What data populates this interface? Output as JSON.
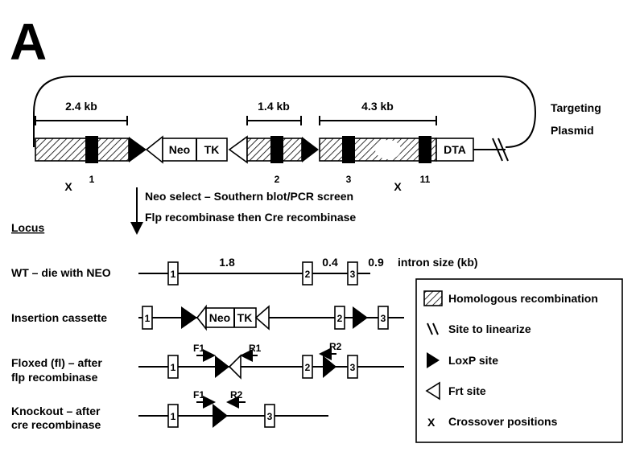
{
  "panel_label": "A",
  "plasmid": {
    "label_line1": "Targeting",
    "label_line2": "Plasmid",
    "arm_sizes": [
      "2.4 kb",
      "1.4 kb",
      "4.3 kb"
    ],
    "neo": "Neo",
    "tk": "TK",
    "dta": "DTA",
    "exon_labels": [
      "1",
      "2",
      "3",
      "11"
    ],
    "crossover": "X"
  },
  "steps": {
    "line1": "Neo select – Southern blot/PCR screen",
    "line2": "Flp recombinase then Cre recombinase"
  },
  "locus_heading": "Locus",
  "rows": {
    "wt": {
      "label": "WT – die with NEO",
      "exons": [
        "1",
        "2",
        "3"
      ],
      "intron_sizes": [
        "1.8",
        "0.4",
        "0.9"
      ],
      "intron_caption": "intron size (kb)"
    },
    "insertion": {
      "label": "Insertion cassette",
      "exons": [
        "1",
        "2",
        "3"
      ],
      "neo": "Neo",
      "tk": "TK"
    },
    "floxed": {
      "label_line1": "Floxed (fl) – after",
      "label_line2": "flp recombinase",
      "exons": [
        "1",
        "2",
        "3"
      ],
      "primers": [
        "F1",
        "R1",
        "R2"
      ]
    },
    "knockout": {
      "label_line1": "Knockout – after",
      "label_line2": "cre recombinase",
      "exons": [
        "1",
        "3"
      ],
      "primers": [
        "F1",
        "R2"
      ]
    }
  },
  "legend": {
    "items": [
      {
        "icon": "hatched-box-icon",
        "label": "Homologous recombination"
      },
      {
        "icon": "double-slash-icon",
        "label": "Site to linearize"
      },
      {
        "icon": "filled-triangle-icon",
        "label": "LoxP site"
      },
      {
        "icon": "open-triangle-icon",
        "label": "Frt site"
      },
      {
        "icon": "x-mark-icon",
        "label": "Crossover positions"
      }
    ]
  }
}
